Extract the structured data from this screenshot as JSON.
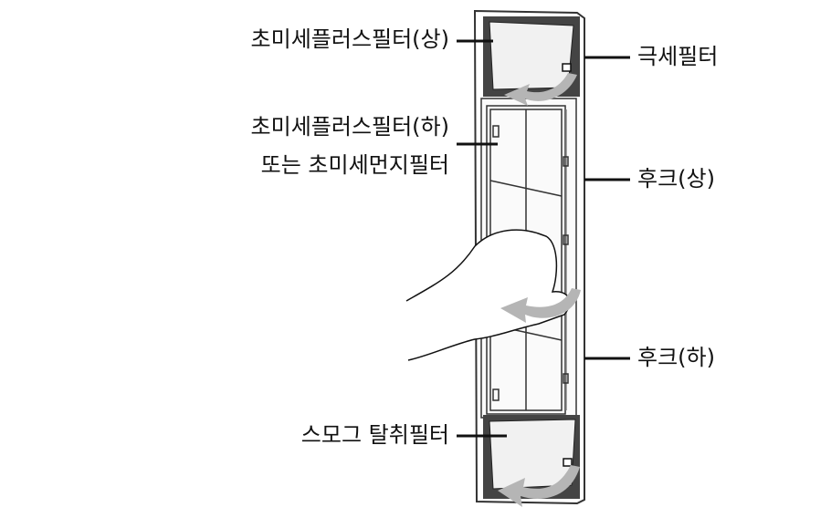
{
  "labels": {
    "upper_ultrafine_plus": "초미세플러스필터(상)",
    "lower_ultrafine_plus": "초미세플러스필터(하)",
    "lower_alt": "또는 초미세먼지필터",
    "smog_deodorizing": "스모그 탈취필터",
    "micro_filter": "극세필터",
    "hook_upper": "후크(상)",
    "hook_lower": "후크(하)"
  },
  "colors": {
    "line": "#111111",
    "arrow": "#b5b5b5",
    "panel": "#f1f1f1",
    "frame": "#444444"
  }
}
